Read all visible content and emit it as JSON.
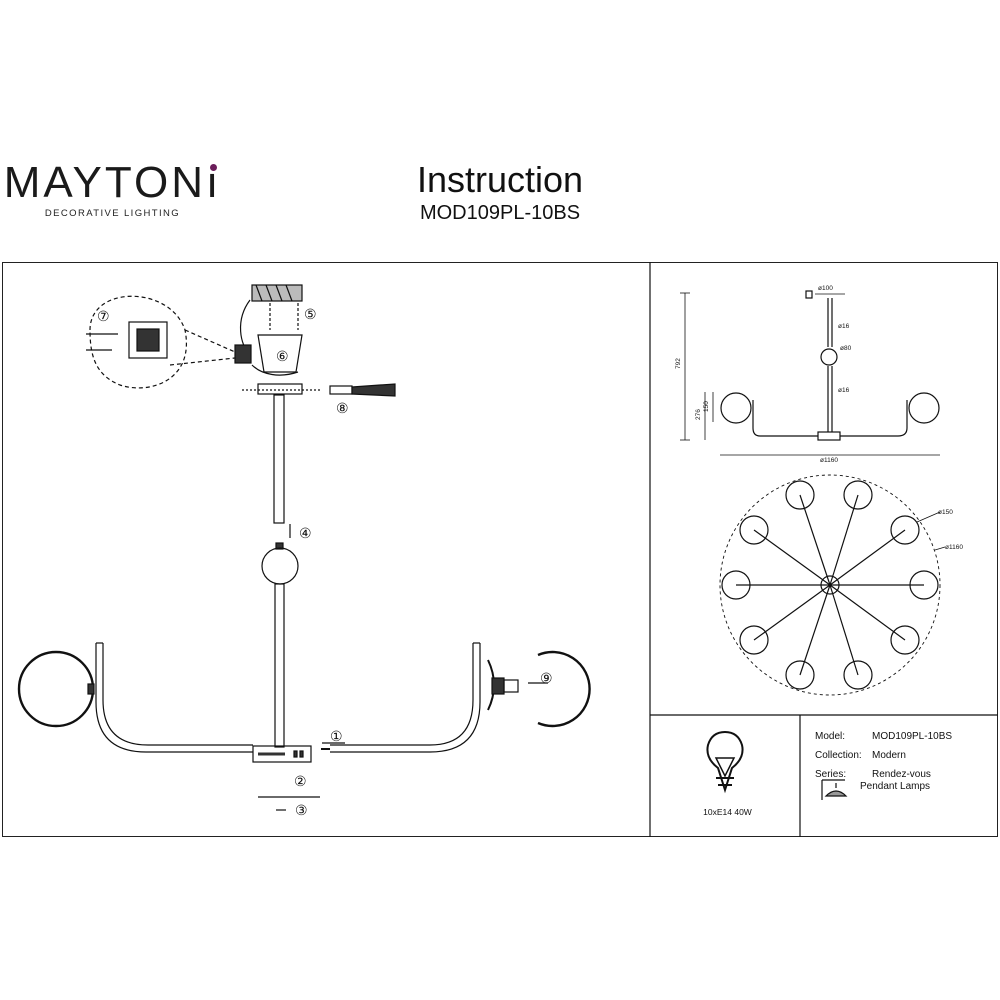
{
  "brand": {
    "name_before_dot": "MAYT",
    "name_o": "O",
    "name_after_o": "N",
    "name_dotless_i": "ı",
    "tagline": "DECORATIVE LIGHTING",
    "accent_color": "#6b1d5a"
  },
  "header": {
    "title": "Instruction",
    "model": "MOD109PL-10BS"
  },
  "assembly_steps": [
    "①",
    "②",
    "③",
    "④",
    "⑤",
    "⑥",
    "⑦",
    "⑧",
    "⑨"
  ],
  "dimensions": {
    "top_canopy": "ø100",
    "rod_top": "ø16",
    "sphere": "ø80",
    "rod_mid": "ø16",
    "total_height": "792",
    "arm_height": "276",
    "shade_height": "150",
    "span_width": "ø1160",
    "plan_shade": "ø150",
    "plan_span": "ø1160"
  },
  "bulb": {
    "spec": "10xE14 40W"
  },
  "specs": {
    "model_label": "Model:",
    "model_value": "MOD109PL-10BS",
    "collection_label": "Collection:",
    "collection_value": "Modern",
    "series_label": "Series:",
    "series_value": "Rendez-vous",
    "type_value": "Pendant Lamps"
  }
}
